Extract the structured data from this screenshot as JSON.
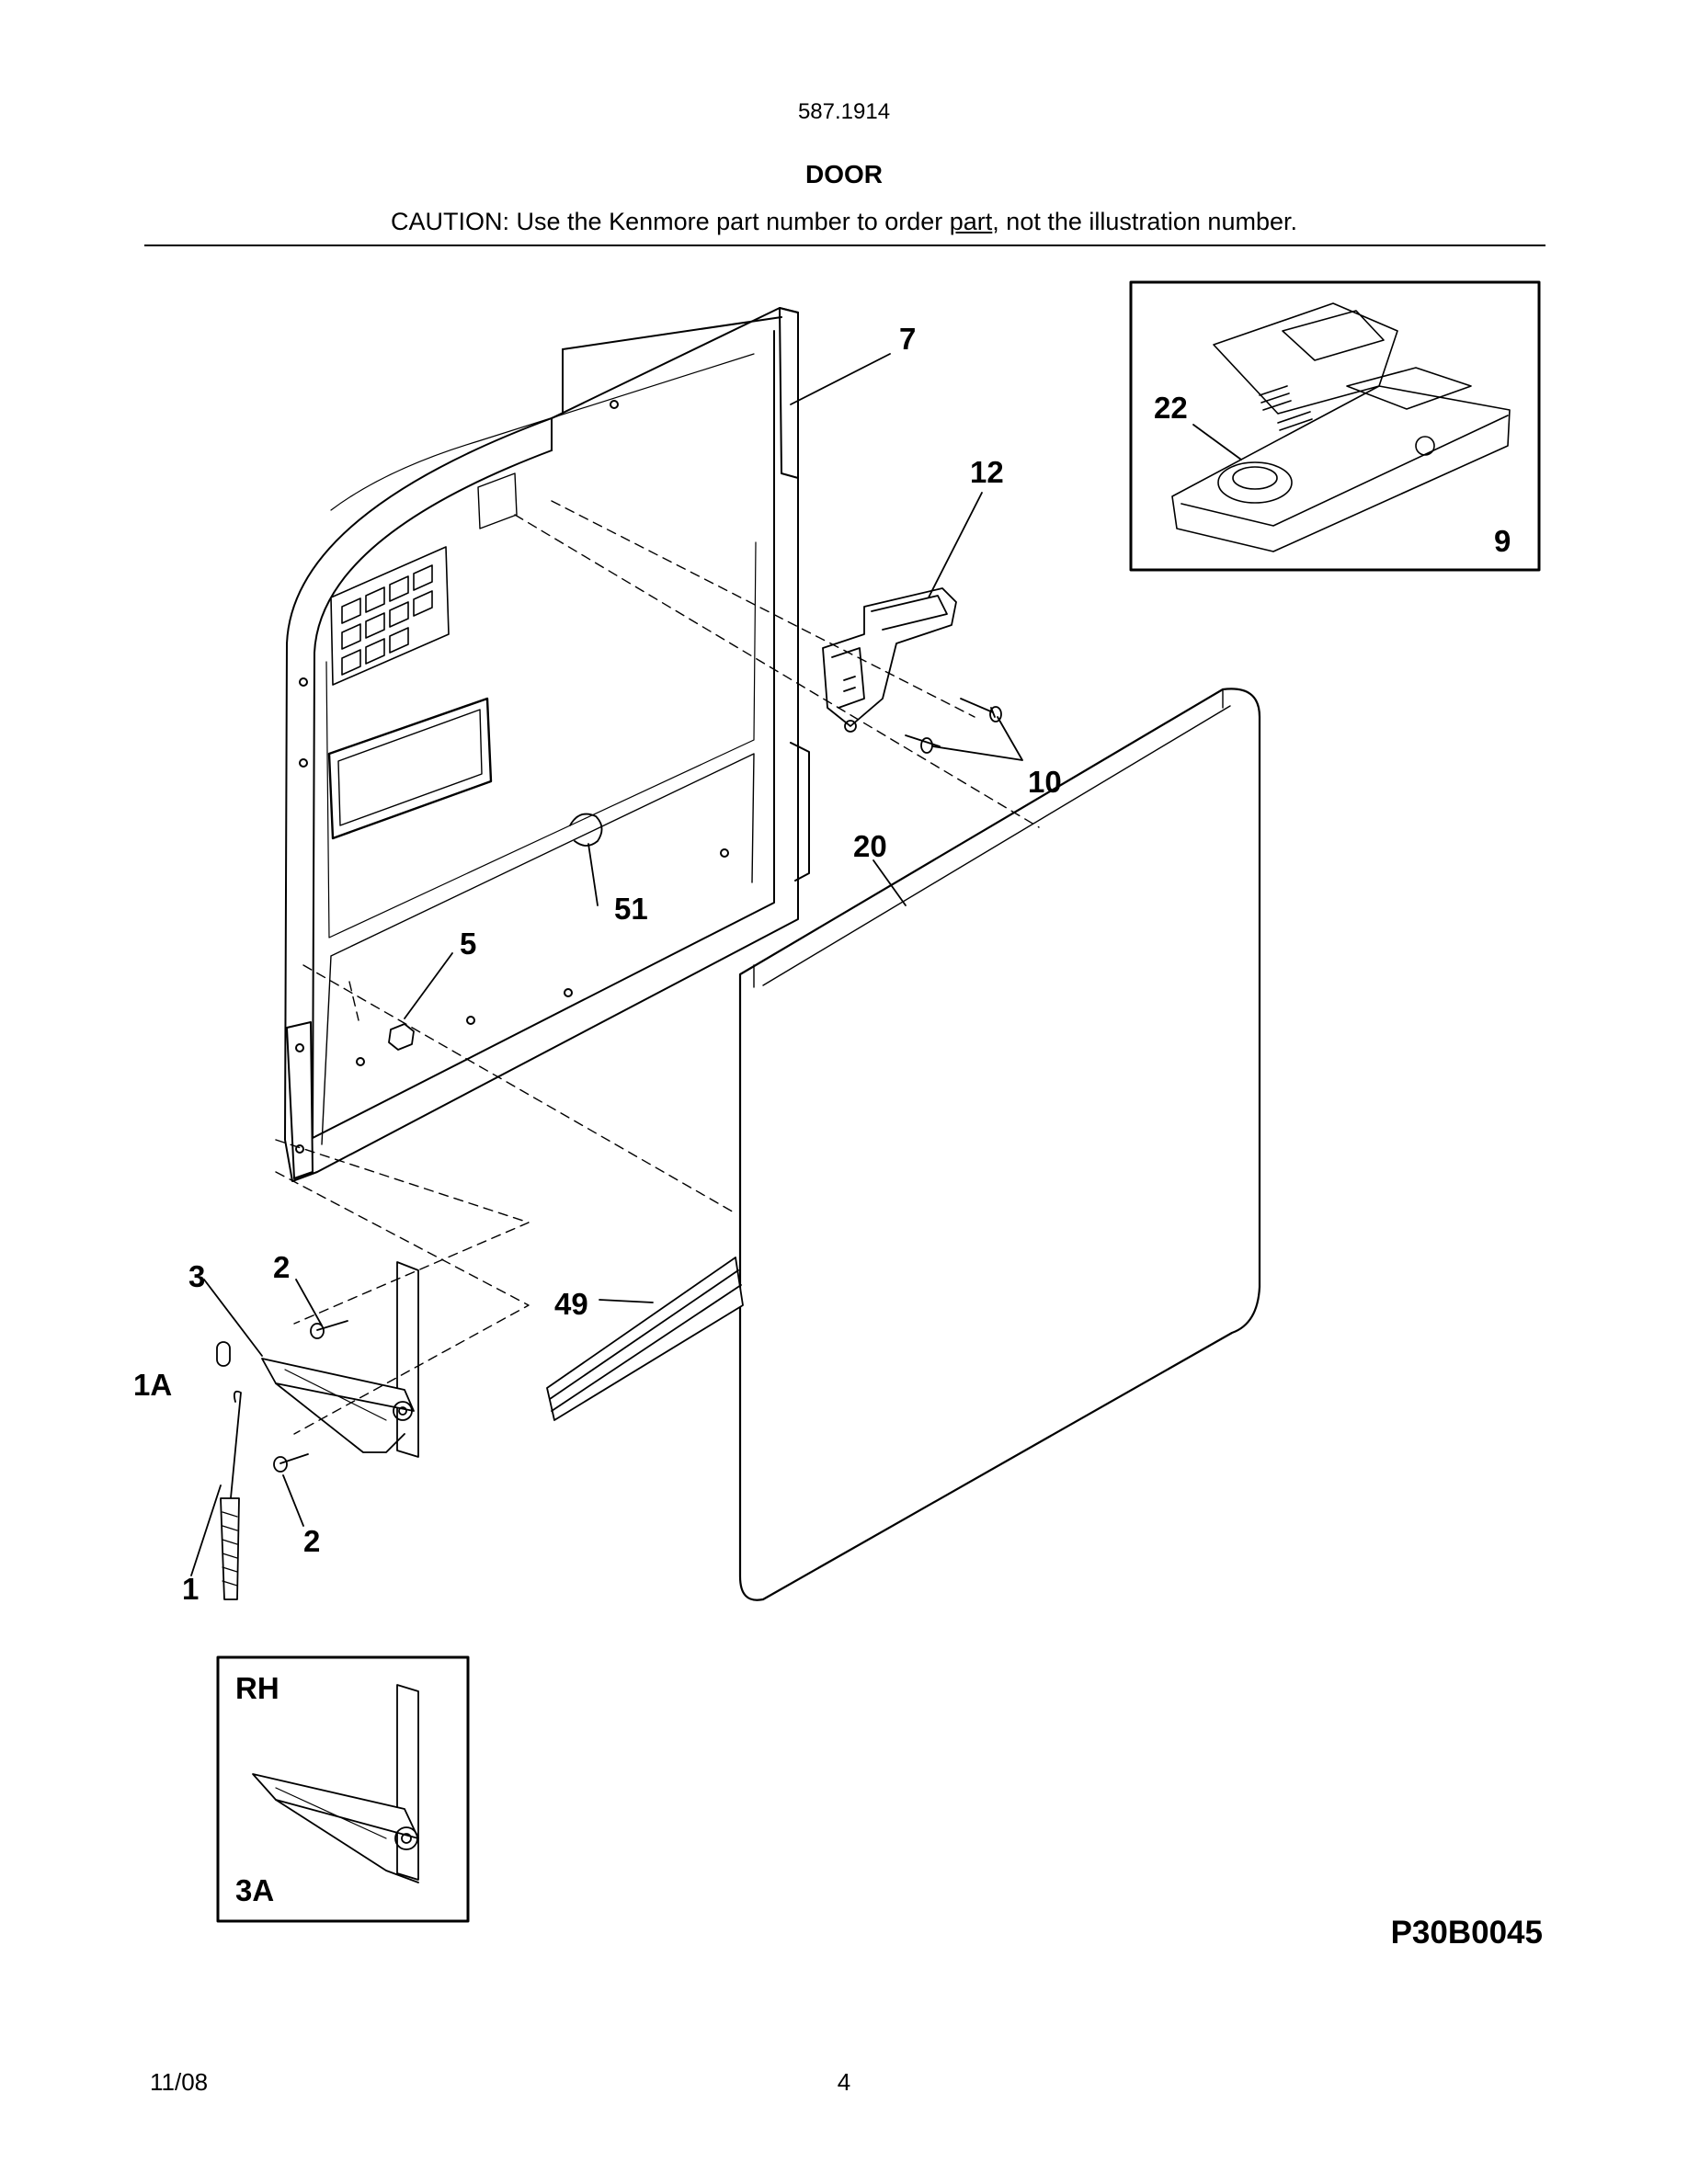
{
  "header": {
    "model_number": "587.1914",
    "section_title": "DOOR",
    "caution_before": "CAUTION: Use the Kenmore part number to order ",
    "caution_link": "part",
    "caution_after": ", not the illustration number."
  },
  "callouts": {
    "p7": "7",
    "p12": "12",
    "p22": "22",
    "p9": "9",
    "p10": "10",
    "p20": "20",
    "p51": "51",
    "p5": "5",
    "p3": "3",
    "p2a": "2",
    "p49": "49",
    "p1a": "1A",
    "p2b": "2",
    "p1": "1"
  },
  "inset_rh": {
    "label_top": "RH",
    "label_bottom": "3A"
  },
  "footer": {
    "figure_code": "P30B0045",
    "date": "11/08",
    "page": "4"
  }
}
